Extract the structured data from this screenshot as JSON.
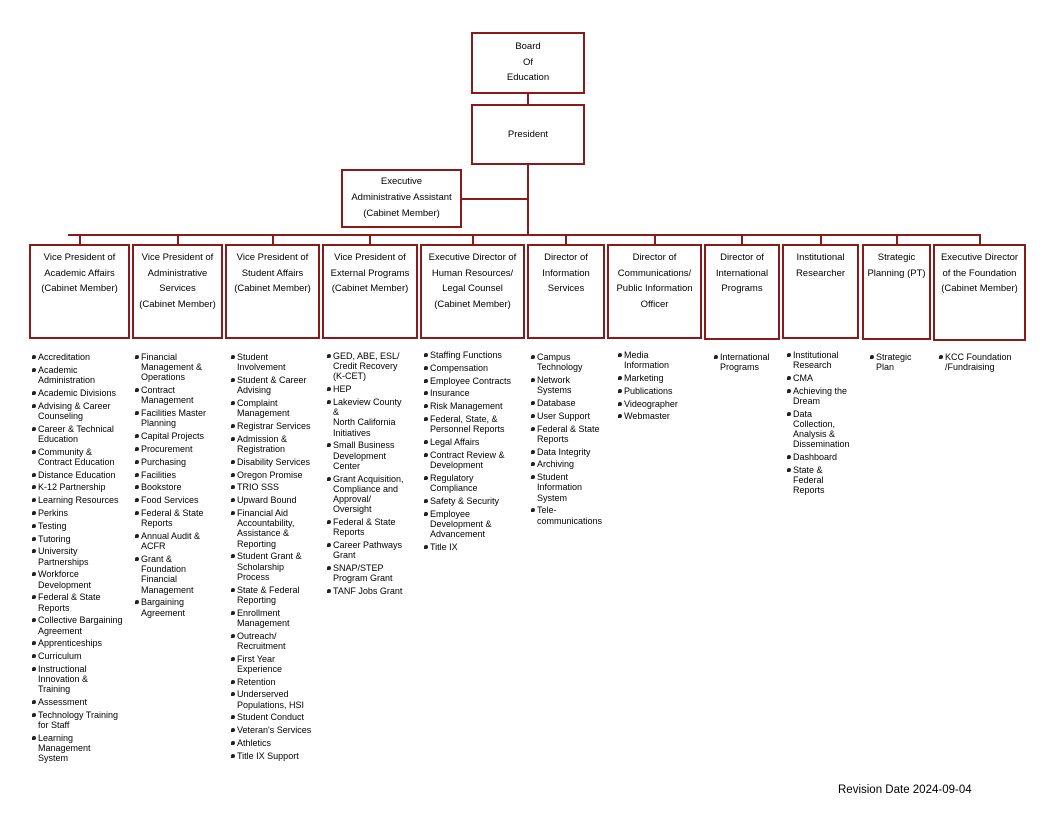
{
  "top": {
    "board": [
      "Board",
      "Of",
      "Education"
    ],
    "president": [
      "President"
    ],
    "exec_assistant": [
      "Executive",
      "Administrative Assistant",
      "(Cabinet Member)"
    ]
  },
  "units": [
    {
      "title": [
        "Vice President of",
        "Academic Affairs",
        "(Cabinet Member)"
      ],
      "items": [
        "Accreditation",
        "Academic\n Administration",
        "Academic Divisions",
        "Advising & Career\n Counseling",
        "Career & Technical\n Education",
        "Community &\n Contract Education",
        "Distance Education",
        "K-12 Partnership",
        "Learning Resources",
        "Perkins",
        "Testing",
        "Tutoring",
        "University\n Partnerships",
        "Workforce\n Development",
        "Federal & State\n Reports",
        "Collective Bargaining\n Agreement",
        "Apprenticeships",
        "Curriculum",
        "Instructional\n Innovation &\n Training",
        "Assessment",
        "Technology Training\n for Staff",
        "Learning\n Management\n System"
      ]
    },
    {
      "title": [
        "Vice President of",
        "Administrative",
        "Services",
        "(Cabinet Member)"
      ],
      "items": [
        "Financial\n Management &\n Operations",
        "Contract\n Management",
        "Facilities Master\n Planning",
        "Capital Projects",
        "Procurement",
        "Purchasing",
        "Facilities",
        "Bookstore",
        "Food Services",
        "Federal & State\n Reports",
        "Annual Audit &\n ACFR",
        "Grant &\n Foundation\n Financial\n Management",
        "Bargaining\n Agreement"
      ]
    },
    {
      "title": [
        "Vice President of",
        "Student Affairs",
        "(Cabinet Member)"
      ],
      "items": [
        "Student\n Involvement",
        "Student & Career\n Advising",
        "Complaint\n Management",
        "Registrar Services",
        "Admission &\n Registration",
        "Disability Services",
        "Oregon Promise",
        "TRIO SSS",
        "Upward Bound",
        "Financial Aid\n Accountability,\n Assistance &\n Reporting",
        "Student Grant &\n Scholarship\n Process",
        "State & Federal\n Reporting",
        "Enrollment\n Management",
        "Outreach/\n Recruitment",
        "First Year\n Experience",
        "Retention",
        "Underserved\n Populations, HSI",
        "Student Conduct",
        "Veteran's Services",
        "Athletics",
        "Title IX Support"
      ]
    },
    {
      "title": [
        "Vice President of",
        "External Programs",
        "(Cabinet Member)"
      ],
      "items": [
        "GED, ABE, ESL/\nCredit Recovery\n(K-CET)",
        "HEP",
        "Lakeview County\n&\n North California\n Initiatives",
        "Small Business\n Development\n Center",
        "Grant Acquisition,\n Compliance and\n Approval/\nOversight",
        "Federal & State\n Reports",
        "Career Pathways\n Grant",
        "SNAP/STEP\n Program Grant",
        "TANF Jobs Grant"
      ]
    },
    {
      "title": [
        "Executive Director of",
        "Human Resources/",
        "Legal Counsel",
        "(Cabinet Member)"
      ],
      "items": [
        "Staffing Functions",
        "Compensation",
        "Employee Contracts",
        "Insurance",
        "Risk Management",
        "Federal, State, &\n Personnel Reports",
        "Legal Affairs",
        "Contract Review &\n Development",
        "Regulatory\n Compliance",
        "Safety & Security",
        "Employee\n Development &\n Advancement",
        "Title IX"
      ]
    },
    {
      "title": [
        "Director of",
        "Information",
        "Services"
      ],
      "items": [
        "Campus\n Technology",
        "Network\n Systems",
        "Database",
        "User Support",
        "Federal & State\n Reports",
        "Data Integrity",
        "Archiving",
        "Student\n Information\n System",
        "Tele-\n communications"
      ]
    },
    {
      "title": [
        "Director of",
        "Communications/",
        "Public Information",
        "Officer"
      ],
      "items": [
        "Media\n Information",
        "Marketing",
        "Publications",
        "Videographer",
        "Webmaster"
      ]
    },
    {
      "title": [
        "Director of",
        "International",
        "Programs"
      ],
      "items": [
        "International\n Programs"
      ]
    },
    {
      "title": [
        "Institutional",
        "Researcher"
      ],
      "items": [
        "Institutional\n Research",
        "CMA",
        "Achieving the\n Dream",
        "Data\n Collection,\n Analysis &\n Dissemination",
        "Dashboard",
        "State &\n Federal\n     Reports"
      ]
    },
    {
      "title": [
        "Strategic",
        "Planning (PT)"
      ],
      "items": [
        "Strategic\n Plan"
      ]
    },
    {
      "title": [
        "Executive Director",
        "of the Foundation",
        "(Cabinet Member)"
      ],
      "items": [
        "KCC Foundation\n/Fundraising"
      ]
    }
  ],
  "revision": "Revision Date 2024-09-04",
  "colors": {
    "border": "#8b1a1a"
  }
}
